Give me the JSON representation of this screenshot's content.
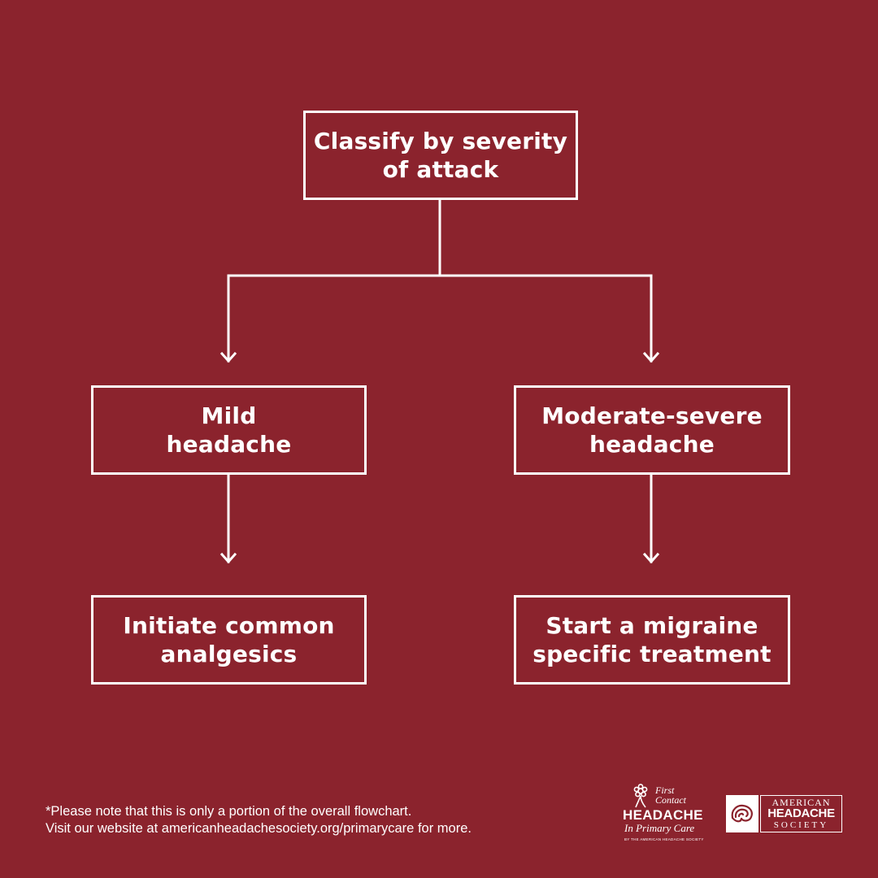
{
  "colors": {
    "background": "#8b232d",
    "foreground": "#ffffff"
  },
  "diagram": {
    "nodes": [
      {
        "id": "classify",
        "label": "Classify by severity\nof attack"
      },
      {
        "id": "mild",
        "label": "Mild\nheadache"
      },
      {
        "id": "moderate",
        "label": "Moderate-severe\nheadache"
      },
      {
        "id": "analgesics",
        "label": "Initiate common\nanalgesics"
      },
      {
        "id": "migraine",
        "label": "Start a migraine\nspecific treatment"
      }
    ],
    "edges": [
      {
        "from": "classify",
        "to": "mild"
      },
      {
        "from": "classify",
        "to": "moderate"
      },
      {
        "from": "mild",
        "to": "analgesics"
      },
      {
        "from": "moderate",
        "to": "migraine"
      }
    ]
  },
  "footer": {
    "note_line1": "*Please note that this is only a portion of the overall flowchart.",
    "note_line2": "Visit our website at americanheadachesociety.org/primarycare for more."
  },
  "logos": {
    "first_contact": {
      "icon": "flower-emblem-icon",
      "first": "First",
      "contact": "Contact",
      "headache": "HEADACHE",
      "primary_care": "In Primary Care",
      "byline": "BY THE AMERICAN HEADACHE SOCIETY"
    },
    "ahs": {
      "icon": "brain-icon",
      "line1": "AMERICAN",
      "line2": "HEADACHE",
      "line3": "SOCIETY"
    }
  }
}
